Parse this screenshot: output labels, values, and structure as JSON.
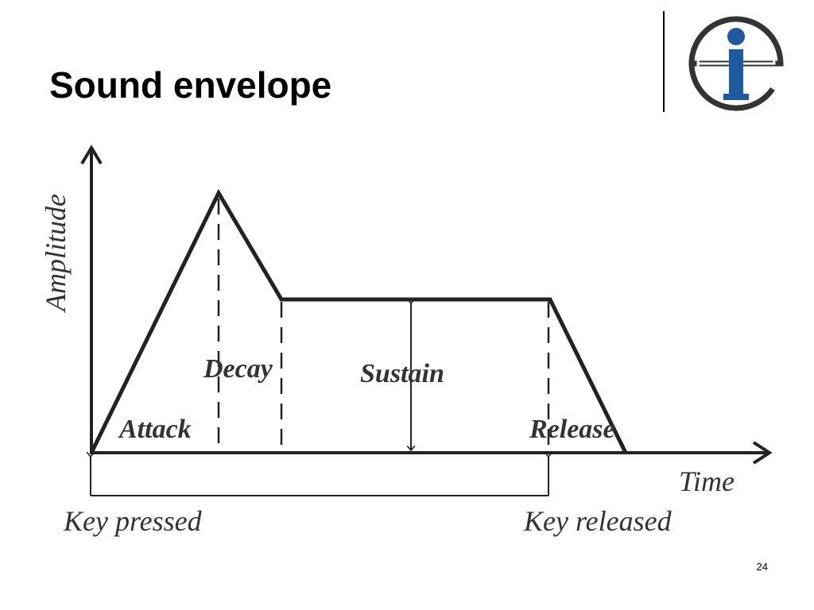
{
  "slide": {
    "title": "Sound envelope",
    "page_number": "24"
  },
  "logo": {
    "icon": "ie-monogram-logo",
    "letter": "i",
    "accent_color": "#1f5aa0"
  },
  "diagram": {
    "axis_y_label": "Amplitude",
    "axis_x_label": "Time",
    "phases": {
      "attack": "Attack",
      "decay": "Decay",
      "sustain": "Sustain",
      "release": "Release"
    },
    "events": {
      "key_pressed": "Key pressed",
      "key_released": "Key released"
    }
  }
}
